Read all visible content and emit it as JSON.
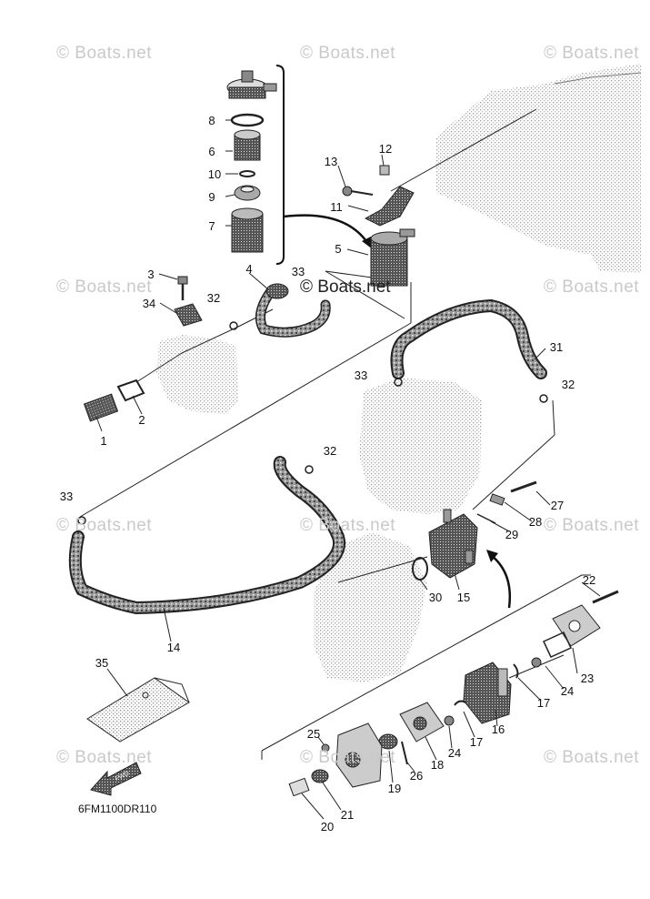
{
  "watermark": "© Boats.net",
  "diagram_code": "6FM1100DR110",
  "fwd_label": "FWD",
  "callouts": [
    {
      "id": "c1",
      "text": "1"
    },
    {
      "id": "c2",
      "text": "2"
    },
    {
      "id": "c3",
      "text": "3"
    },
    {
      "id": "c4",
      "text": "4"
    },
    {
      "id": "c5",
      "text": "5"
    },
    {
      "id": "c6",
      "text": "6"
    },
    {
      "id": "c7",
      "text": "7"
    },
    {
      "id": "c8",
      "text": "8"
    },
    {
      "id": "c9",
      "text": "9"
    },
    {
      "id": "c10",
      "text": "10"
    },
    {
      "id": "c11",
      "text": "11"
    },
    {
      "id": "c12",
      "text": "12"
    },
    {
      "id": "c13",
      "text": "13"
    },
    {
      "id": "c14",
      "text": "14"
    },
    {
      "id": "c15",
      "text": "15"
    },
    {
      "id": "c16",
      "text": "16"
    },
    {
      "id": "c17a",
      "text": "17"
    },
    {
      "id": "c17b",
      "text": "17"
    },
    {
      "id": "c18",
      "text": "18"
    },
    {
      "id": "c19",
      "text": "19"
    },
    {
      "id": "c20",
      "text": "20"
    },
    {
      "id": "c21",
      "text": "21"
    },
    {
      "id": "c22",
      "text": "22"
    },
    {
      "id": "c23",
      "text": "23"
    },
    {
      "id": "c24a",
      "text": "24"
    },
    {
      "id": "c24b",
      "text": "24"
    },
    {
      "id": "c25",
      "text": "25"
    },
    {
      "id": "c26",
      "text": "26"
    },
    {
      "id": "c27",
      "text": "27"
    },
    {
      "id": "c28",
      "text": "28"
    },
    {
      "id": "c29",
      "text": "29"
    },
    {
      "id": "c30",
      "text": "30"
    },
    {
      "id": "c31",
      "text": "31"
    },
    {
      "id": "c32a",
      "text": "32"
    },
    {
      "id": "c32b",
      "text": "32"
    },
    {
      "id": "c32c",
      "text": "32"
    },
    {
      "id": "c33a",
      "text": "33"
    },
    {
      "id": "c33b",
      "text": "33"
    },
    {
      "id": "c33c",
      "text": "33"
    },
    {
      "id": "c34",
      "text": "34"
    },
    {
      "id": "c35",
      "text": "35"
    }
  ]
}
